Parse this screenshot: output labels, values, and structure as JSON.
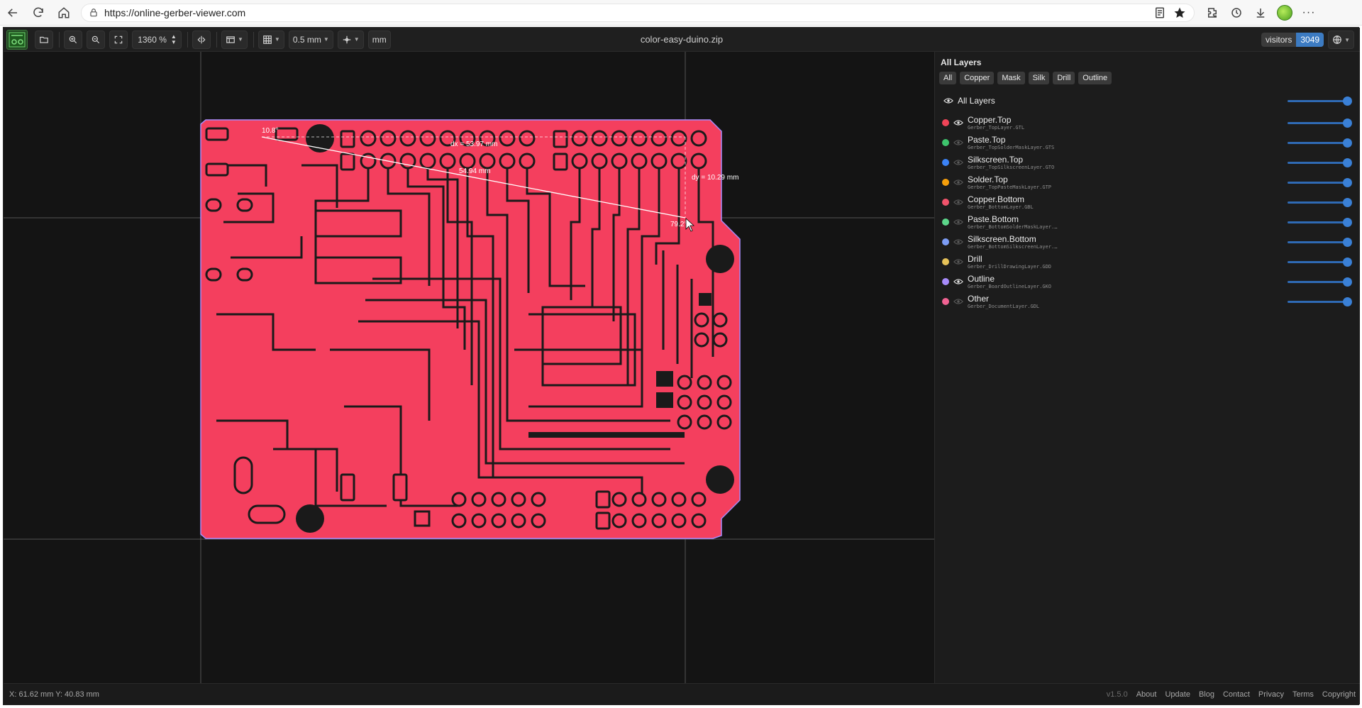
{
  "browser": {
    "url": "https://online-gerber-viewer.com"
  },
  "toolbar": {
    "zoom": "1360 %",
    "grid_size": "0.5 mm",
    "units": "mm",
    "file_name": "color-easy-duino.zip",
    "visitors_label": "visitors",
    "visitors_count": "3049"
  },
  "canvas": {
    "measure_angle_start": "10.8°",
    "measure_dx": "dx = 53.97 mm",
    "measure_length": "54.94 mm",
    "measure_dy": "dy = 10.29 mm",
    "measure_angle_end": "79.2°",
    "board_color": "#f43f5e"
  },
  "panel": {
    "title": "All Layers",
    "filters": [
      "All",
      "Copper",
      "Mask",
      "Silk",
      "Drill",
      "Outline"
    ],
    "all_label": "All Layers",
    "layers": [
      {
        "name": "Copper.Top",
        "file": "Gerber_TopLayer.GTL",
        "color": "#ef4458",
        "visible": true
      },
      {
        "name": "Paste.Top",
        "file": "Gerber_TopSolderMaskLayer.GTS",
        "color": "#3ec46d",
        "visible": false
      },
      {
        "name": "Silkscreen.Top",
        "file": "Gerber_TopSilkscreenLayer.GTO",
        "color": "#3b82f6",
        "visible": false
      },
      {
        "name": "Solder.Top",
        "file": "Gerber_TopPasteMaskLayer.GTP",
        "color": "#f59e0b",
        "visible": false
      },
      {
        "name": "Copper.Bottom",
        "file": "Gerber_BottomLayer.GBL",
        "color": "#f0536b",
        "visible": false
      },
      {
        "name": "Paste.Bottom",
        "file": "Gerber_BottomSolderMaskLayer.…",
        "color": "#5cd68a",
        "visible": false
      },
      {
        "name": "Silkscreen.Bottom",
        "file": "Gerber_BottomSilkscreenLayer.…",
        "color": "#7c9cf5",
        "visible": false
      },
      {
        "name": "Drill",
        "file": "Gerber_DrillDrawingLayer.GDD",
        "color": "#e5c158",
        "visible": false
      },
      {
        "name": "Outline",
        "file": "Gerber_BoardOutlineLayer.GKO",
        "color": "#a78bfa",
        "visible": true
      },
      {
        "name": "Other",
        "file": "Gerber_DocumentLayer.GDL",
        "color": "#f06292",
        "visible": false
      }
    ]
  },
  "status": {
    "coords": "X: 61.62 mm Y: 40.83 mm",
    "version": "v1.5.0",
    "links": [
      "About",
      "Update",
      "Blog",
      "Contact",
      "Privacy",
      "Terms",
      "Copyright"
    ]
  }
}
